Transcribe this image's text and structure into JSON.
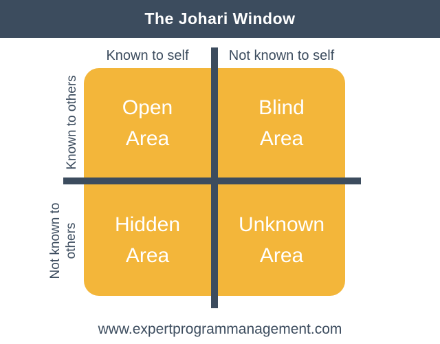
{
  "header": {
    "title": "The Johari Window"
  },
  "columns": {
    "left": "Known to self",
    "right": "Not known to self"
  },
  "rows": {
    "top": "Known to others",
    "bottom_line1": "Not known to",
    "bottom_line2": "others"
  },
  "quadrants": {
    "open": {
      "line1": "Open",
      "line2": "Area"
    },
    "blind": {
      "line1": "Blind",
      "line2": "Area"
    },
    "hidden": {
      "line1": "Hidden",
      "line2": "Area"
    },
    "unknown": {
      "line1": "Unknown",
      "line2": "Area"
    }
  },
  "footer": {
    "url": "www.expertprogrammanagement.com"
  },
  "colors": {
    "slate": "#3c4c5e",
    "yellow": "#f3b63a",
    "text_on_yellow": "#ffffff"
  }
}
